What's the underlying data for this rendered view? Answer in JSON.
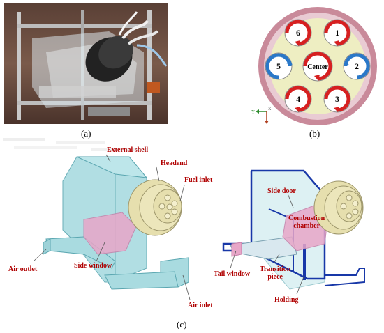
{
  "panels": {
    "a": {
      "label": "(a)"
    },
    "b": {
      "label": "(b)",
      "nozzles": {
        "n1": "1",
        "n2": "2",
        "n3": "3",
        "n4": "4",
        "n5": "5",
        "n6": "6",
        "center": "Center"
      },
      "axis": {
        "y": "Y",
        "x": "X"
      }
    },
    "c": {
      "label": "(c)",
      "left": {
        "external_shell": "External shell",
        "headend": "Headend",
        "fuel_inlet": "Fuel inlet",
        "side_window": "Side window",
        "air_outlet": "Air outlet",
        "air_inlet": "Air inlet"
      },
      "right": {
        "side_door": "Side door",
        "combustion_chamber": "Combustion\nchamber",
        "tail_window": "Tail window",
        "transition_piece": "Transition\npiece",
        "holding": "Holding"
      }
    }
  },
  "colors": {
    "callout_text": "#b00000",
    "shell_fill": "#a9dbe0",
    "shell_edge": "#5aa6b0",
    "headend": "#e6dfae",
    "ring_outer": "#c98a9a",
    "ring_inner": "#e9cbd3",
    "plate": "#eeeec2",
    "swirl_red": "#d62020",
    "swirl_blue": "#2a78c8",
    "frame_blue": "#1838a8",
    "window_pink": "#e8a6c8"
  }
}
